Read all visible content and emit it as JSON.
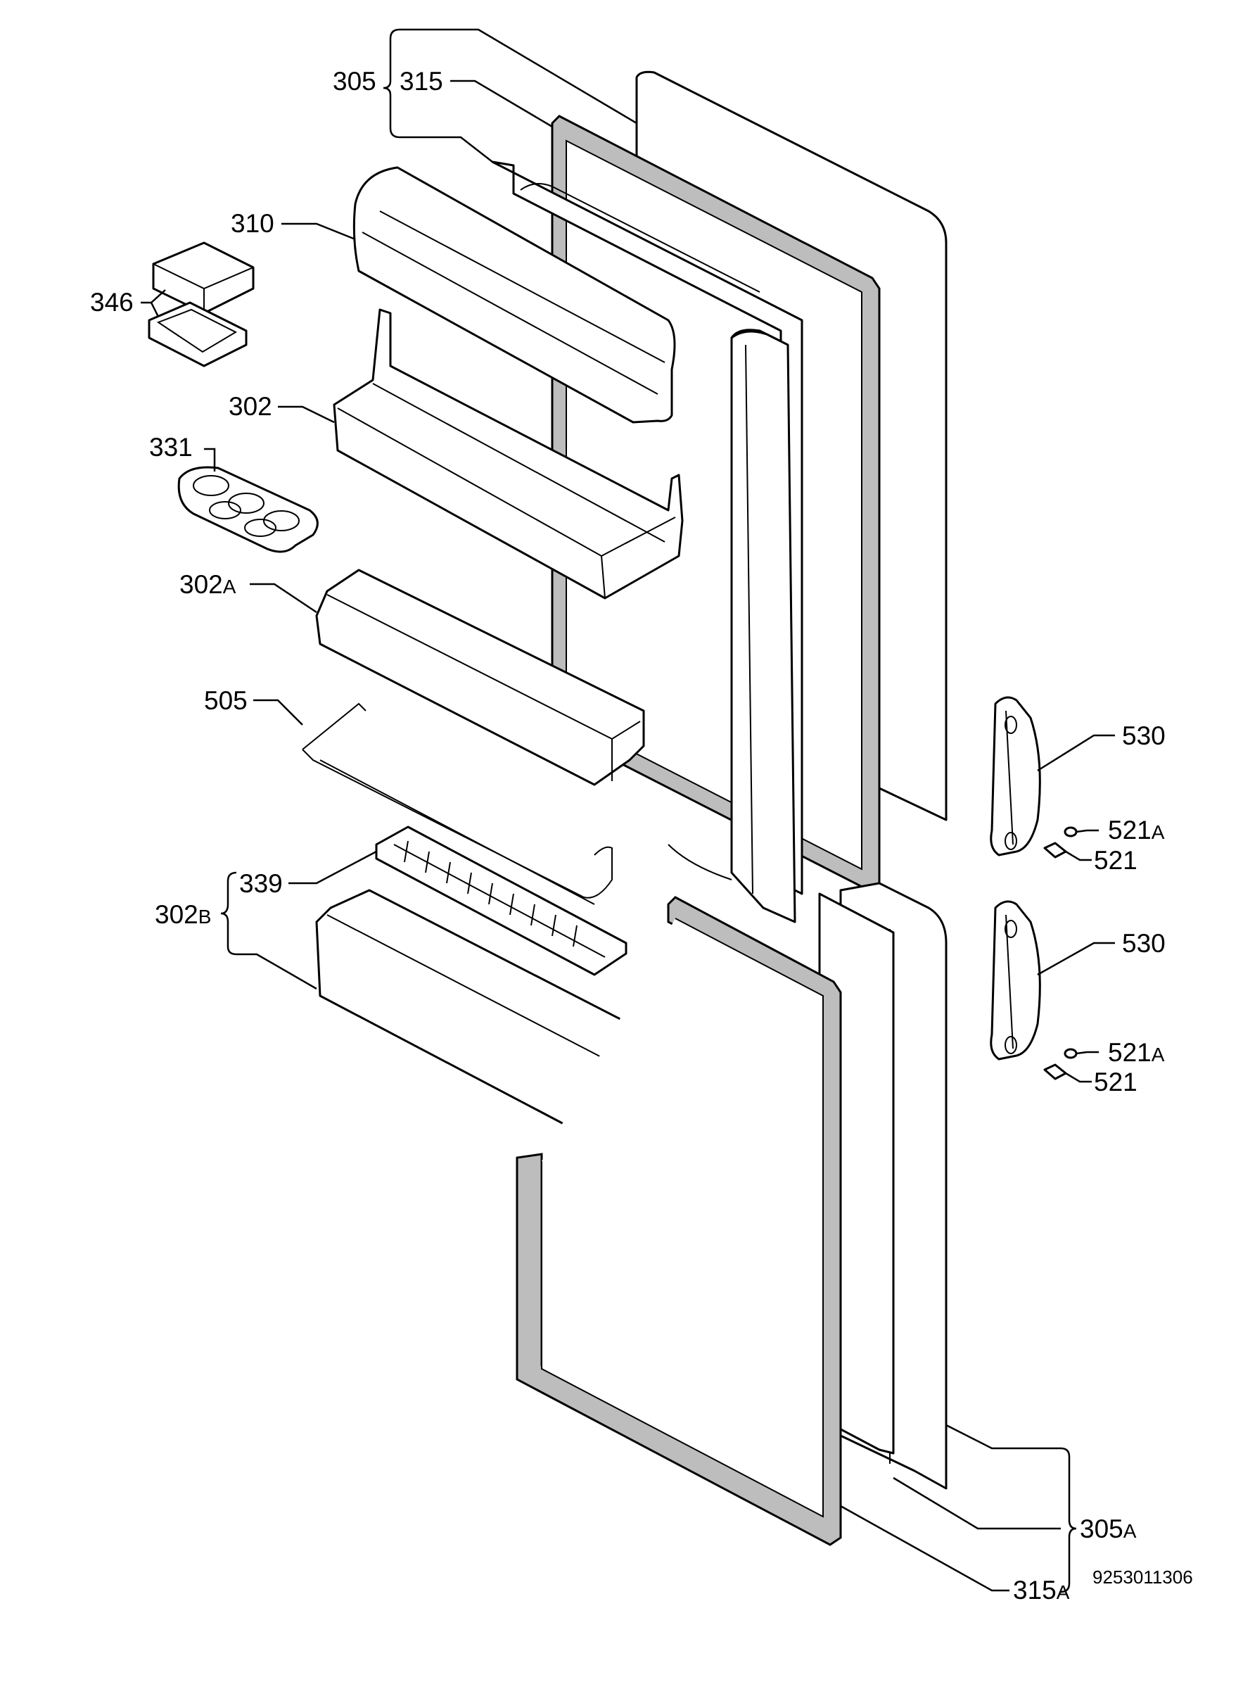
{
  "diagram": {
    "doc_number": "9253011306",
    "labels": {
      "l305": "305",
      "l315": "315",
      "l310": "310",
      "l346": "346",
      "l302": "302",
      "l331": "331",
      "l302a_num": "302",
      "l302a_suf": "A",
      "l505": "505",
      "l339": "339",
      "l302b_num": "302",
      "l302b_suf": "B",
      "l530_top": "530",
      "l521a_top_num": "521",
      "l521a_top_suf": "A",
      "l521_top": "521",
      "l530_bot": "530",
      "l521a_bot_num": "521",
      "l521a_bot_suf": "A",
      "l521_bot": "521",
      "l305a_num": "305",
      "l305a_suf": "A",
      "l315a_num": "315",
      "l315a_suf": "A"
    }
  }
}
